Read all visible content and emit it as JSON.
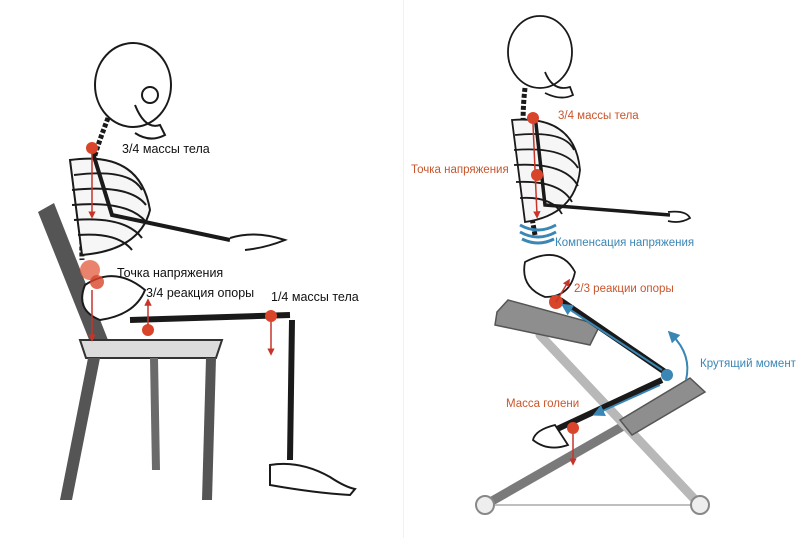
{
  "left": {
    "labels": {
      "upper_mass": "3/4 массы тела",
      "tension_point": "Точка напряжения",
      "support_reaction": "3/4 реакция опоры",
      "lower_mass": "1/4 массы тела"
    }
  },
  "right": {
    "labels": {
      "upper_mass": "3/4 массы тела",
      "tension_point": "Точка напряжения",
      "compensation": "Компенсация напряжения",
      "support_reaction": "2/3 реакции опоры",
      "torque": "Крутящий момент",
      "shin_mass": "Масса голени"
    }
  },
  "colors": {
    "marker": "#d9452b",
    "arrow_red": "#c8342a",
    "arrow_blue": "#3a86b4",
    "text_orange": "#c8552d",
    "text_blue": "#3a86b4",
    "chair_dark": "#4a4a4a",
    "chair_light": "#cfcfcf",
    "seat_grey": "#9a9a9a"
  }
}
